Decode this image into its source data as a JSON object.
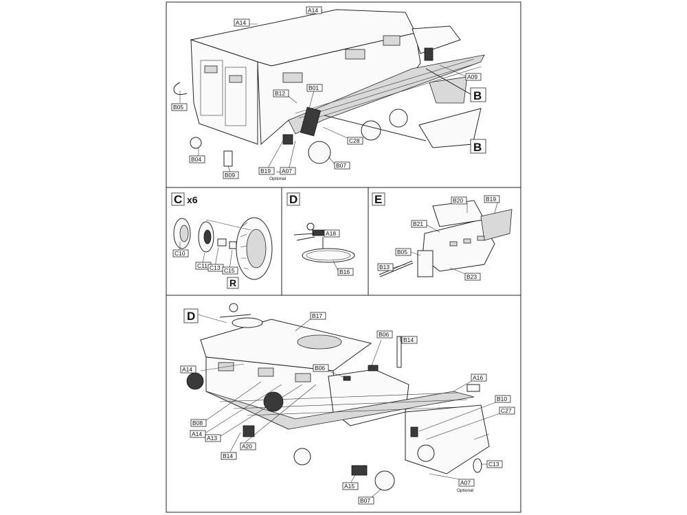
{
  "panels": {
    "C": {
      "letter": "C",
      "count": "x6"
    },
    "D": {
      "letter": "D"
    },
    "E": {
      "letter": "E"
    },
    "final": {
      "letter": "D"
    }
  },
  "subassembly_markers": {
    "b1": "B",
    "b2": "B",
    "r": "R"
  },
  "top": {
    "a14_top": "A14",
    "a14_left": "A14",
    "a09": "A09",
    "b12": "B12",
    "b01": "B01",
    "b05": "B05",
    "c28": "C28",
    "b04": "B04",
    "b09": "B09",
    "b19": "B19",
    "a07": "A07",
    "optional": "Optional",
    "b07": "B07"
  },
  "c": {
    "c10": "C10",
    "c11": "C11",
    "c13": "C13",
    "c15": "C15"
  },
  "d": {
    "a18": "A18",
    "b16": "B16"
  },
  "e": {
    "b20": "B20",
    "b19": "B19",
    "b21": "B21",
    "b05": "B05",
    "b13": "B13",
    "b23": "B23"
  },
  "bottom": {
    "b17": "B17",
    "b06a": "B06",
    "b14a": "B14",
    "b06b": "B06",
    "a14a": "A14",
    "a16": "A16",
    "b10": "B10",
    "c27": "C27",
    "b08": "B08",
    "a14b": "A14",
    "a13": "A13",
    "a20": "A20",
    "b14b": "B14",
    "c13": "C13",
    "a15": "A15",
    "a07": "A07",
    "optional": "Optional",
    "b07": "B07"
  }
}
